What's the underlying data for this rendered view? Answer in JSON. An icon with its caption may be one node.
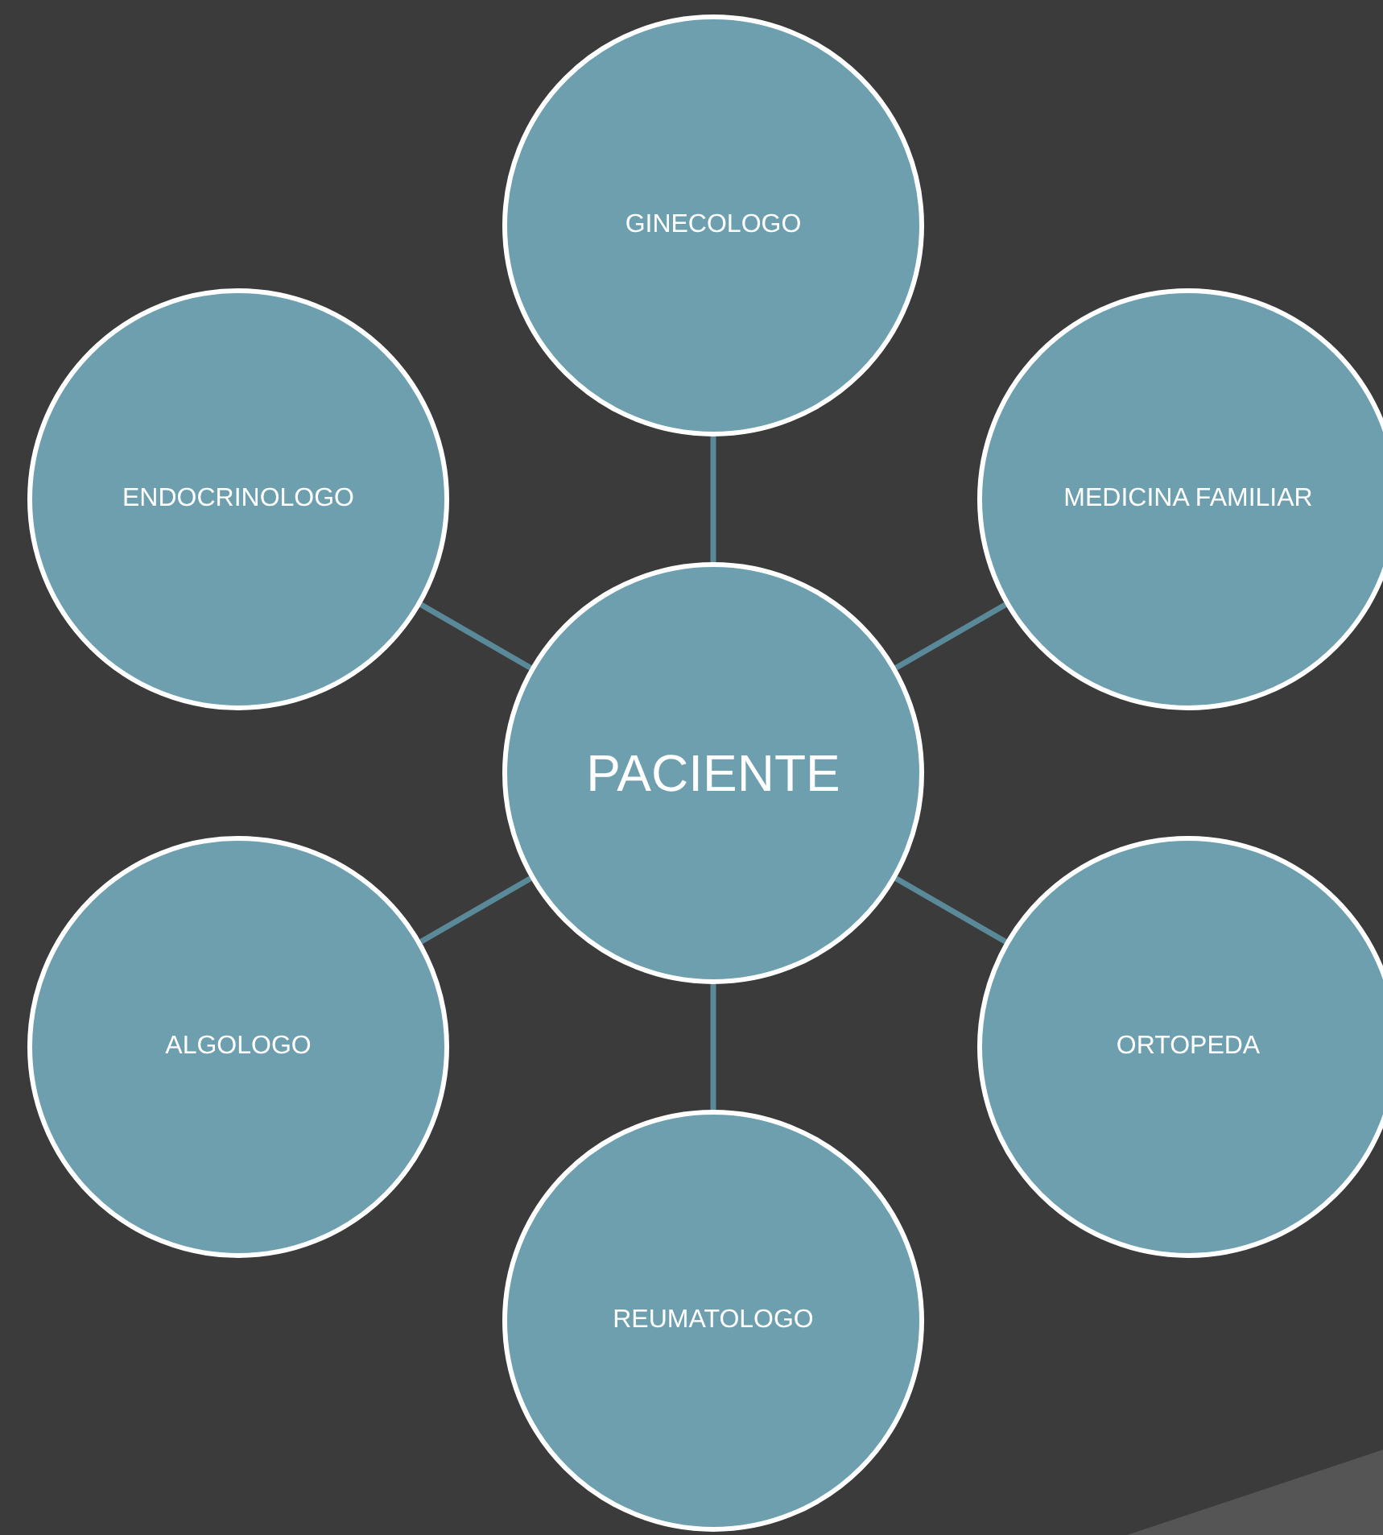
{
  "diagram": {
    "nodes": [
      {
        "text": [
          "GINECOLOGO"
        ]
      },
      {
        "text": [
          "ENDOCRINOLOGO"
        ]
      },
      {
        "text": [
          "MEDICINA FAMILIAR"
        ]
      },
      {
        "text": [
          "PACIENTE"
        ]
      },
      {
        "text": [
          "ALGOLOGO"
        ]
      },
      {
        "text": [
          "ORTOPEDA"
        ]
      },
      {
        "text": [
          "REUMATOLOGO"
        ]
      }
    ],
    "edges": [
      {
        "from": 3,
        "to": 0,
        "arrow": "none"
      },
      {
        "from": 3,
        "to": 1,
        "arrow": "none"
      },
      {
        "from": 3,
        "to": 2,
        "arrow": "none"
      },
      {
        "from": 3,
        "to": 4,
        "arrow": "none"
      },
      {
        "from": 3,
        "to": 5,
        "arrow": "none"
      },
      {
        "from": 3,
        "to": 6,
        "arrow": "none"
      }
    ]
  }
}
